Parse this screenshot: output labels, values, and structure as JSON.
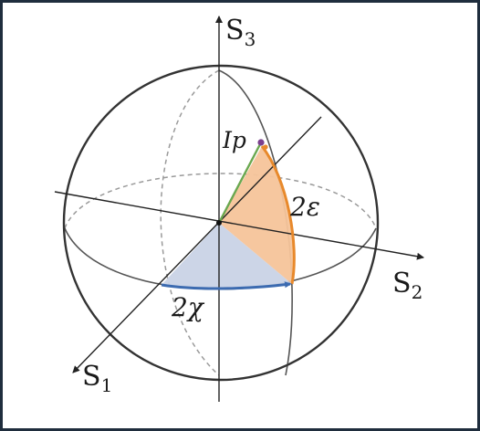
{
  "diagram": {
    "axes": {
      "s1": {
        "main": "S",
        "sub": "1"
      },
      "s2": {
        "main": "S",
        "sub": "2"
      },
      "s3": {
        "main": "S",
        "sub": "3"
      }
    },
    "labels": {
      "ip": "Ip",
      "two_epsilon": "2ε",
      "two_chi": "2χ"
    },
    "colors": {
      "frame": "#1f2d3d",
      "sphere": "#333333",
      "grid": "#9a9a9a",
      "axis": "#222222",
      "vector_ip": "#6aa84f",
      "point": "#7b3f8e",
      "epsilon_fill": "#f6c49a",
      "epsilon_arc": "#e8892b",
      "chi_fill": "#c9d3e6",
      "chi_arc": "#3c6bb0"
    }
  }
}
